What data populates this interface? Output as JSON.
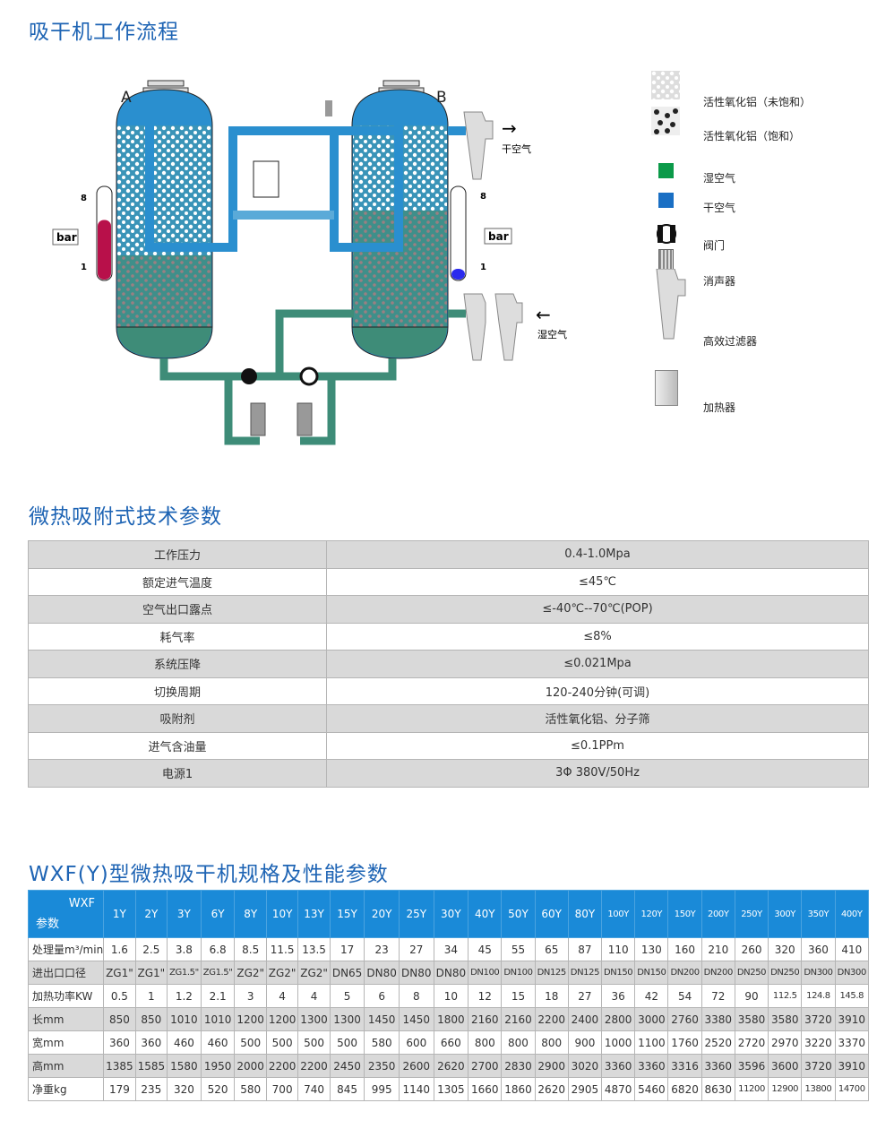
{
  "flow_section": {
    "title": "吸干机工作流程",
    "vessel_a": "A",
    "vessel_b": "B",
    "gauge_unit": "bar",
    "gauge_max": "8",
    "gauge_min": "1",
    "gauge_a_level": 0.7,
    "gauge_b_level": 0.05,
    "dry_air_out": "干空气",
    "wet_air_in": "湿空气",
    "colors": {
      "wet_air": "#0b9a49",
      "dry_air": "#1a6fc4",
      "gauge_a": "#b8104a",
      "gauge_b": "#2a2aee"
    },
    "legend": [
      {
        "icon": "alumina-unsaturated-icon",
        "label": "活性氧化铝（未饱和）"
      },
      {
        "icon": "alumina-saturated-icon",
        "label": "活性氧化铝（饱和）"
      },
      {
        "icon": "wet-air-swatch",
        "label": "湿空气"
      },
      {
        "icon": "dry-air-swatch",
        "label": "干空气"
      },
      {
        "icon": "valve-icon",
        "label": "阀门"
      },
      {
        "icon": "silencer-icon",
        "label": "消声器"
      },
      {
        "icon": "filter-icon",
        "label": "高效过滤器"
      },
      {
        "icon": "heater-icon",
        "label": "加热器"
      }
    ]
  },
  "spec_section": {
    "title": "微热吸附式技术参数",
    "rows": [
      {
        "name": "工作压力",
        "value": "0.4-1.0Mpa"
      },
      {
        "name": "额定进气温度",
        "value": "≤45℃"
      },
      {
        "name": "空气出口露点",
        "value": "≤-40℃--70℃(POP)"
      },
      {
        "name": "耗气率",
        "value": "≤8%"
      },
      {
        "name": "系统压降",
        "value": "≤0.021Mpa"
      },
      {
        "name": "切换周期",
        "value": "120-240分钟(可调)"
      },
      {
        "name": "吸附剂",
        "value": "活性氧化铝、分子筛"
      },
      {
        "name": "进气含油量",
        "value": "≤0.1PPm"
      },
      {
        "name": "电源1",
        "value": "3Φ 380V/50Hz"
      }
    ]
  },
  "perf_section": {
    "title": "WXF(Y)型微热吸干机规格及性能参数",
    "corner_top": "WXF",
    "corner_bottom": "参数",
    "models": [
      "1Y",
      "2Y",
      "3Y",
      "6Y",
      "8Y",
      "10Y",
      "13Y",
      "15Y",
      "20Y",
      "25Y",
      "30Y",
      "40Y",
      "50Y",
      "60Y",
      "80Y",
      "100Y",
      "120Y",
      "150Y",
      "200Y",
      "250Y",
      "300Y",
      "350Y",
      "400Y"
    ],
    "rows": [
      {
        "name": "处理量m³/min",
        "values": [
          "1.6",
          "2.5",
          "3.8",
          "6.8",
          "8.5",
          "11.5",
          "13.5",
          "17",
          "23",
          "27",
          "34",
          "45",
          "55",
          "65",
          "87",
          "110",
          "130",
          "160",
          "210",
          "260",
          "320",
          "360",
          "410"
        ]
      },
      {
        "name": "进出口口径",
        "values": [
          "ZG1\"",
          "ZG1\"",
          "ZG1.5\"",
          "ZG1.5\"",
          "ZG2\"",
          "ZG2\"",
          "ZG2\"",
          "DN65",
          "DN80",
          "DN80",
          "DN80",
          "DN100",
          "DN100",
          "DN125",
          "DN125",
          "DN150",
          "DN150",
          "DN200",
          "DN200",
          "DN250",
          "DN250",
          "DN300",
          "DN300"
        ]
      },
      {
        "name": "加热功率KW",
        "values": [
          "0.5",
          "1",
          "1.2",
          "2.1",
          "3",
          "4",
          "4",
          "5",
          "6",
          "8",
          "10",
          "12",
          "15",
          "18",
          "27",
          "36",
          "42",
          "54",
          "72",
          "90",
          "112.5",
          "124.8",
          "145.8"
        ]
      },
      {
        "name": "长mm",
        "values": [
          "850",
          "850",
          "1010",
          "1010",
          "1200",
          "1200",
          "1300",
          "1300",
          "1450",
          "1450",
          "1800",
          "2160",
          "2160",
          "2200",
          "2400",
          "2800",
          "3000",
          "2760",
          "3380",
          "3580",
          "3580",
          "3720",
          "3910"
        ]
      },
      {
        "name": "宽mm",
        "values": [
          "360",
          "360",
          "460",
          "460",
          "500",
          "500",
          "500",
          "500",
          "580",
          "600",
          "660",
          "800",
          "800",
          "800",
          "900",
          "1000",
          "1100",
          "1760",
          "2520",
          "2720",
          "2970",
          "3220",
          "3370"
        ]
      },
      {
        "name": "高mm",
        "values": [
          "1385",
          "1585",
          "1580",
          "1950",
          "2000",
          "2200",
          "2200",
          "2450",
          "2350",
          "2600",
          "2620",
          "2700",
          "2830",
          "2900",
          "3020",
          "3360",
          "3360",
          "3316",
          "3360",
          "3596",
          "3600",
          "3720",
          "3910"
        ]
      },
      {
        "name": "净重kg",
        "values": [
          "179",
          "235",
          "320",
          "520",
          "580",
          "700",
          "740",
          "845",
          "995",
          "1140",
          "1305",
          "1660",
          "1860",
          "2620",
          "2905",
          "4870",
          "5460",
          "6820",
          "8630",
          "11200",
          "12900",
          "13800",
          "14700"
        ]
      }
    ]
  }
}
